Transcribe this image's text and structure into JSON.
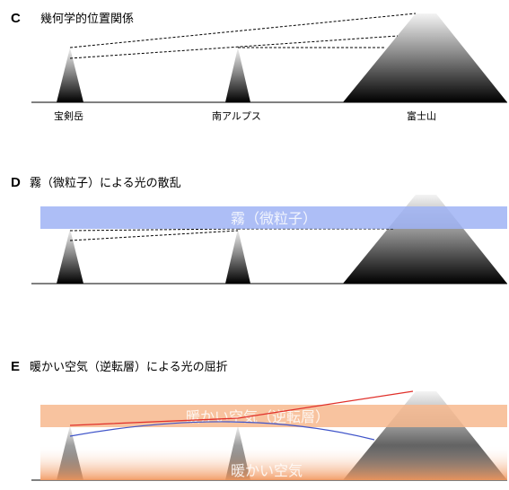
{
  "panel_c": {
    "letter": "C",
    "title": "幾何学的位置関係",
    "labels": {
      "left": "宝剣岳",
      "middle": "南アルプス",
      "right": "富士山"
    }
  },
  "panel_d": {
    "letter": "D",
    "title": "霧（微粒子）による光の散乱",
    "band_label": "霧（微粒子）",
    "band_color": "#9fb3f5"
  },
  "panel_e": {
    "letter": "E",
    "title": "暖かい空気（逆転層）による光の屈折",
    "upper_band_label": "暖かい空気（逆転層）",
    "lower_band_label": "暖かい空気",
    "band_color": "#f7b98e",
    "red_ray_color": "#e0302a",
    "blue_ray_color": "#3f54c9"
  }
}
